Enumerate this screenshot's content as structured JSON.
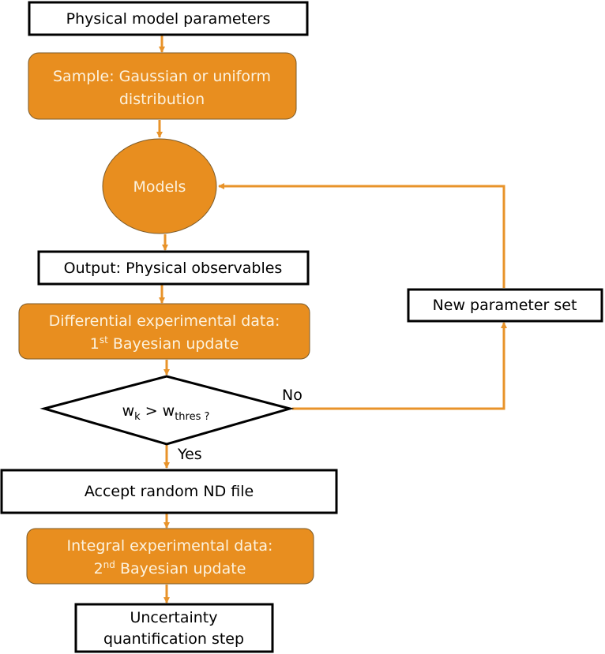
{
  "colors": {
    "accent": "#E88E1F",
    "connector": "#E8932A",
    "border": "#000000"
  },
  "nodes": {
    "physical_params": "Physical model parameters",
    "sample": {
      "line1": "Sample: Gaussian or uniform",
      "line2": "distribution"
    },
    "models": "Models",
    "output": "Output: Physical observables",
    "differential": {
      "line1": "Differential experimental data:",
      "num": "1",
      "sup": "st",
      "rest": " Bayesian update"
    },
    "decision": {
      "w": "w",
      "k": "k",
      "gt": " > w",
      "thres": "thres ?"
    },
    "new_params": "New parameter set",
    "accept": "Accept random ND file",
    "integral": {
      "line1": "Integral experimental data:",
      "num": "2",
      "sup": "nd",
      "rest": " Bayesian update"
    },
    "uncertainty": {
      "line1": "Uncertainty",
      "line2": "quantification step"
    }
  },
  "edges": {
    "yes": "Yes",
    "no": "No"
  }
}
